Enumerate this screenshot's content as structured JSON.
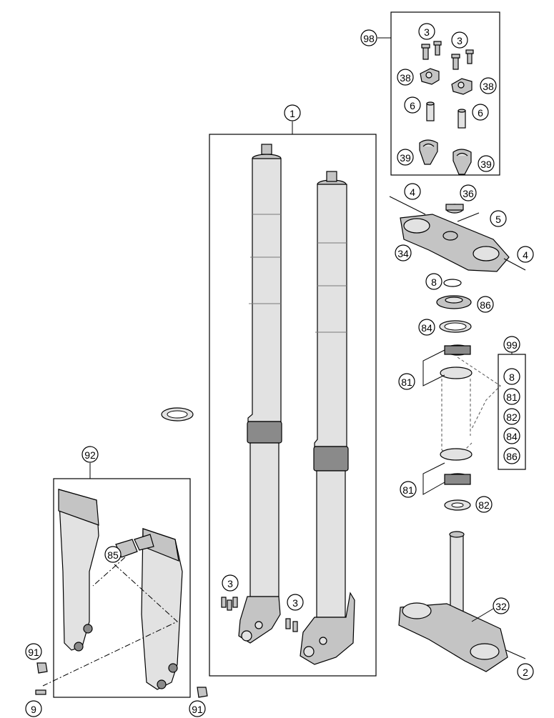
{
  "diagram": {
    "callouts": {
      "fork_assembly": "1",
      "screw_clamp_bottom": "2",
      "screw_small": "3",
      "screw_top_clamp": "4",
      "screw_top_nut": "5",
      "bushing": "6",
      "o_ring": "8",
      "screw_guard": "9",
      "lower_triple_clamp": "32",
      "upper_triple_clamp": "34",
      "cap_nut": "36",
      "handlebar_clamp_lower": "38",
      "handlebar_support": "39",
      "bearing": "81",
      "bearing_race": "82",
      "seal_ring": "84",
      "guard_clip": "85",
      "dust_cover": "86",
      "spacer_nut": "91",
      "fork_guard_kit": "92",
      "handlebar_clamp_kit": "98",
      "bearing_kit": "99"
    },
    "bearing_kit_items": [
      "8",
      "81",
      "82",
      "84",
      "86"
    ],
    "labels": {
      "d98": "98",
      "d3a": "3",
      "d3b": "3",
      "d38a": "38",
      "d38b": "38",
      "d6a": "6",
      "d6b": "6",
      "d39a": "39",
      "d39b": "39",
      "d1": "1",
      "d4a": "4",
      "d36": "36",
      "d5": "5",
      "d34": "34",
      "d4b": "4",
      "d8": "8",
      "d86": "86",
      "d84": "84",
      "d81a": "81",
      "d81b": "81",
      "d82": "82",
      "d99": "99",
      "d92": "92",
      "d85": "85",
      "d3c": "3",
      "d3d": "3",
      "d32": "32",
      "d2": "2",
      "d91a": "91",
      "d91b": "91",
      "d9": "9"
    }
  }
}
